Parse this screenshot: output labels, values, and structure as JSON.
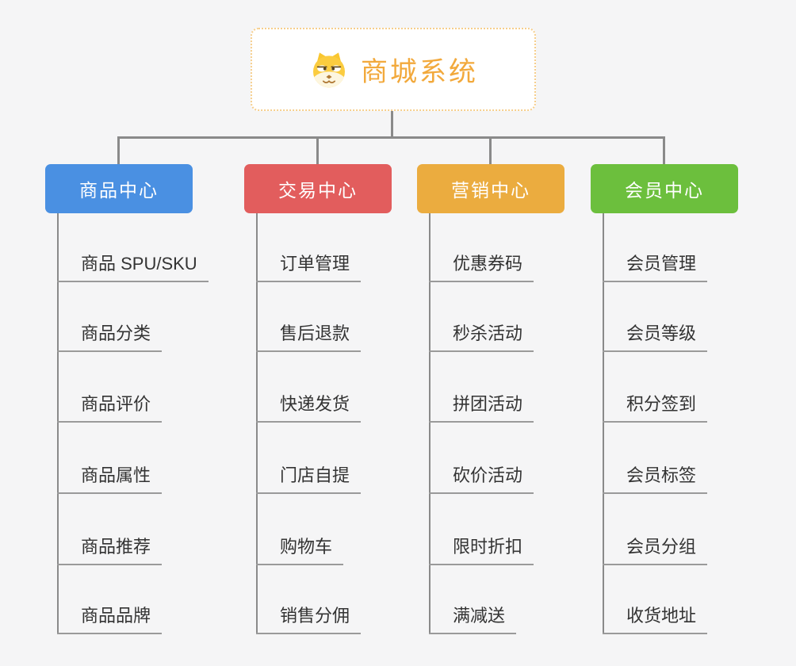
{
  "page": {
    "background": "#f5f5f6"
  },
  "root": {
    "title": "商城系统",
    "icon": "dog-face-icon",
    "text_color": "#f2a93c",
    "border_color": "#f6ce8c",
    "background": "#ffffff"
  },
  "connector_color": "#8a8a8a",
  "branches": [
    {
      "label": "商品中心",
      "color": "#4a90e2",
      "children": [
        "商品 SPU/SKU",
        "商品分类",
        "商品评价",
        "商品属性",
        "商品推荐",
        "商品品牌"
      ]
    },
    {
      "label": "交易中心",
      "color": "#e25d5d",
      "children": [
        "订单管理",
        "售后退款",
        "快递发货",
        "门店自提",
        "购物车",
        "销售分佣"
      ]
    },
    {
      "label": "营销中心",
      "color": "#ebac3f",
      "children": [
        "优惠券码",
        "秒杀活动",
        "拼团活动",
        "砍价活动",
        "限时折扣",
        "满减送"
      ]
    },
    {
      "label": "会员中心",
      "color": "#6cbf3d",
      "children": [
        "会员管理",
        "会员等级",
        "积分签到",
        "会员标签",
        "会员分组",
        "收货地址"
      ]
    }
  ]
}
